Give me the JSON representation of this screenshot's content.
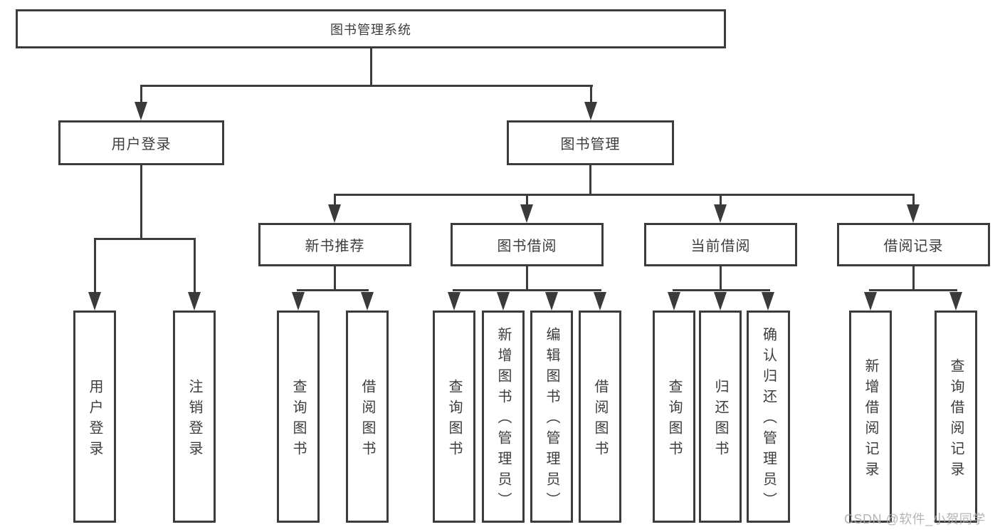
{
  "root": {
    "label": "图书管理系统"
  },
  "level2": [
    {
      "label": "用户登录"
    },
    {
      "label": "图书管理"
    }
  ],
  "level3": [
    {
      "label": "新书推荐"
    },
    {
      "label": "图书借阅"
    },
    {
      "label": "当前借阅"
    },
    {
      "label": "借阅记录"
    }
  ],
  "leaves": [
    {
      "label": "用户登录"
    },
    {
      "label": "注销登录"
    },
    {
      "label": "查询图书"
    },
    {
      "label": "借阅图书"
    },
    {
      "label": "查询图书"
    },
    {
      "label": "新增图书（管理员）"
    },
    {
      "label": "编辑图书（管理员）"
    },
    {
      "label": "借阅图书"
    },
    {
      "label": "查询图书"
    },
    {
      "label": "归还图书"
    },
    {
      "label": "确认归还（管理员）"
    },
    {
      "label": "新增借阅记录"
    },
    {
      "label": "查询借阅记录"
    }
  ],
  "watermark": {
    "text": "CSDN @软件_小贺同学"
  },
  "colors": {
    "border": "#3c3c3c",
    "line": "#3c3c3c",
    "arrow": "#3a3a3a",
    "text": "#3d3d3d",
    "watermark": "#aeaeae",
    "background": "#ffffff"
  }
}
